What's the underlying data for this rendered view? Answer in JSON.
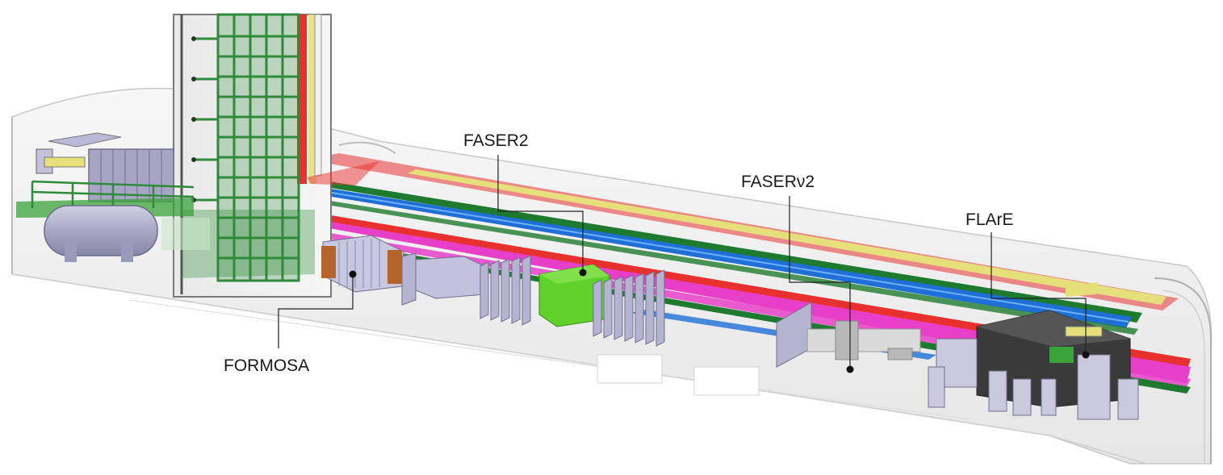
{
  "labels": {
    "faser2": "FASER2",
    "faserv2": "FASERν2",
    "flare": "FLArE",
    "formosa": "FORMOSA"
  },
  "colors": {
    "cable_tray_red": "#e8312f",
    "pipe_blue": "#1f6fd6",
    "pipe_green": "#1e7a2e",
    "cable_magenta": "#e83fc8",
    "rail_yellow": "#e6e07a",
    "scaffold_green": "#2f8a3a",
    "faser2_magnet": "#5fd12a",
    "flare_cryostat": "#3a3a3a",
    "formosa_copper": "#b5652a",
    "cavern_shell": "#f2f2f2"
  }
}
